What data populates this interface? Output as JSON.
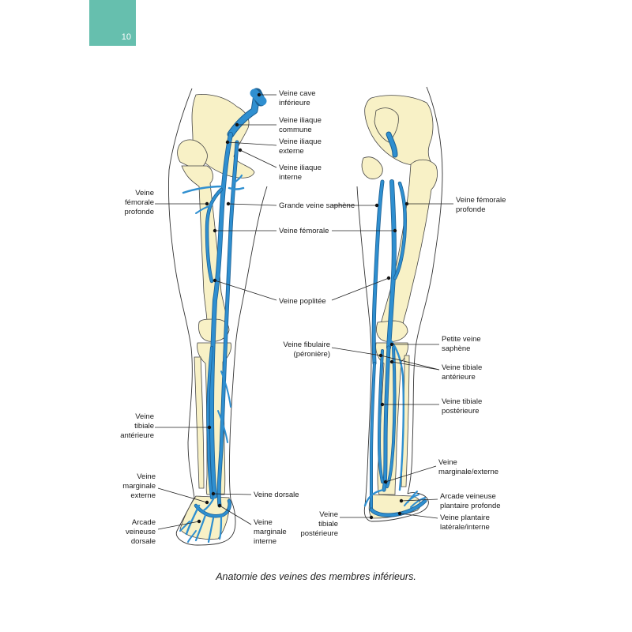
{
  "page": {
    "number": "10",
    "tab_color": "#66bfae",
    "caption": "Anatomie des veines des membres inférieurs."
  },
  "colors": {
    "vein": "#2f8fd0",
    "bone": "#f8f1c6",
    "outline": "#333333"
  },
  "front_labels": {
    "veine_cave": [
      "Veine cave",
      "inférieure"
    ],
    "iliaque_commune": [
      "Veine iliaque",
      "commune"
    ],
    "iliaque_externe": [
      "Veine iliaque",
      "externe"
    ],
    "iliaque_interne": [
      "Veine iliaque",
      "interne"
    ],
    "femorale_profonde": [
      "Veine",
      "fémorale",
      "profonde"
    ],
    "grande_saphene": [
      "Grande veine saphène"
    ],
    "femorale": [
      "Veine fémorale"
    ],
    "poplitee": [
      "Veine poplitée"
    ],
    "tibiale_anterieure": [
      "Veine",
      "tibiale",
      "antérieure"
    ],
    "marginale_externe": [
      "Veine",
      "marginale",
      "externe"
    ],
    "dorsale": [
      "Veine dorsale"
    ],
    "arcade_dorsale": [
      "Arcade",
      "veineuse",
      "dorsale"
    ],
    "marginale_interne": [
      "Veine",
      "marginale",
      "interne"
    ]
  },
  "back_labels": {
    "femorale_profonde": [
      "Veine fémorale",
      "profonde"
    ],
    "fibulaire": [
      "Veine fibulaire",
      "(péronière)"
    ],
    "petite_saphene": [
      "Petite veine",
      "saphène"
    ],
    "tibiale_anterieure": [
      "Veine tibiale",
      "antérieure"
    ],
    "tibiale_posterieure": [
      "Veine tibiale",
      "postérieure"
    ],
    "marginale_externe": [
      "Veine",
      "marginale/externe"
    ],
    "arcade_plantaire": [
      "Arcade veineuse",
      "plantaire profonde"
    ],
    "plantaire": [
      "Veine plantaire",
      "latérale/interne"
    ],
    "tibiale_posterieure_foot": [
      "Veine",
      "tibiale",
      "postérieure"
    ]
  }
}
